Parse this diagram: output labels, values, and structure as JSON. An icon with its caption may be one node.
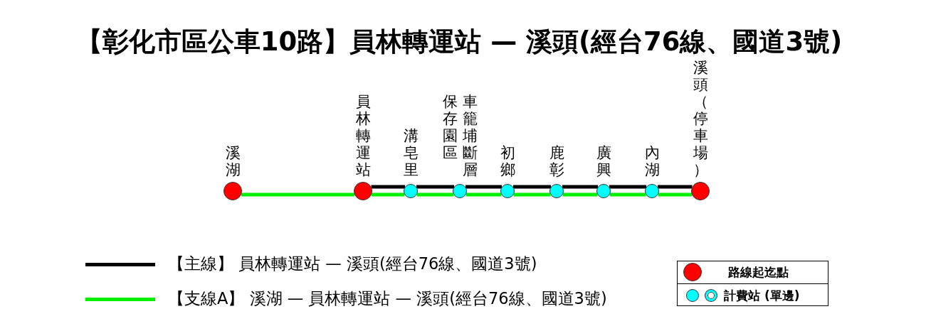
{
  "diagram": {
    "title": "【彰化市區公車10路】員林轉運站 — 溪頭(經台76線、國道3號)",
    "nodes": [
      {
        "text": [],
        "shape": "circle",
        "beside": [
          "溪湖"
        ]
      },
      {
        "text": [],
        "shape": "circle",
        "beside": [
          "員林轉運站"
        ]
      },
      {
        "text": [],
        "shape": "circle",
        "beside": [
          "溝皂里"
        ]
      },
      {
        "text": [],
        "shape": "circle",
        "beside": [
          "車籠埔斷層保存園區"
        ]
      },
      {
        "text": [],
        "shape": "circle",
        "beside": [
          "初鄉"
        ]
      },
      {
        "text": [],
        "shape": "circle",
        "beside": [
          "鹿彰"
        ]
      },
      {
        "text": [],
        "shape": "circle",
        "beside": [
          "廣興"
        ]
      },
      {
        "text": [],
        "shape": "circle",
        "beside": [
          "內湖"
        ]
      },
      {
        "text": [],
        "shape": "circle",
        "beside": [
          "溪頭（停車場）"
        ]
      }
    ],
    "edges": [
      {
        "from": 1,
        "to": 2,
        "arrow": "none",
        "color": "#000000"
      },
      {
        "from": 2,
        "to": 3,
        "arrow": "none",
        "color": "#000000"
      },
      {
        "from": 3,
        "to": 4,
        "arrow": "none",
        "color": "#000000"
      },
      {
        "from": 4,
        "to": 5,
        "arrow": "none",
        "color": "#000000"
      },
      {
        "from": 5,
        "to": 6,
        "arrow": "none",
        "color": "#000000"
      },
      {
        "from": 6,
        "to": 7,
        "arrow": "none",
        "color": "#000000"
      },
      {
        "from": 7,
        "to": 8,
        "arrow": "none",
        "color": "#000000"
      },
      {
        "from": 0,
        "to": 1,
        "arrow": "none"
      },
      {
        "from": 1,
        "to": 2,
        "arrow": "none"
      },
      {
        "from": 2,
        "to": 3,
        "arrow": "none"
      },
      {
        "from": 3,
        "to": 4,
        "arrow": "none"
      },
      {
        "from": 4,
        "to": 5,
        "arrow": "none"
      },
      {
        "from": 5,
        "to": 6,
        "arrow": "none"
      },
      {
        "from": 6,
        "to": 7,
        "arrow": "none"
      },
      {
        "from": 7,
        "to": 8,
        "arrow": "none"
      }
    ],
    "legend": [
      {
        "text": "【主線】 員林轉運站 — 溪頭(經台76線、國道3號)"
      },
      {
        "text": "【支線A】 溪湖 — 員林轉運站 — 溪頭(經台76線、國道3號)"
      },
      {
        "text": "路線起迄點",
        "color": "#ff0000"
      },
      {
        "text": "計費站 (單邊)",
        "color": "#00ffff"
      }
    ]
  }
}
